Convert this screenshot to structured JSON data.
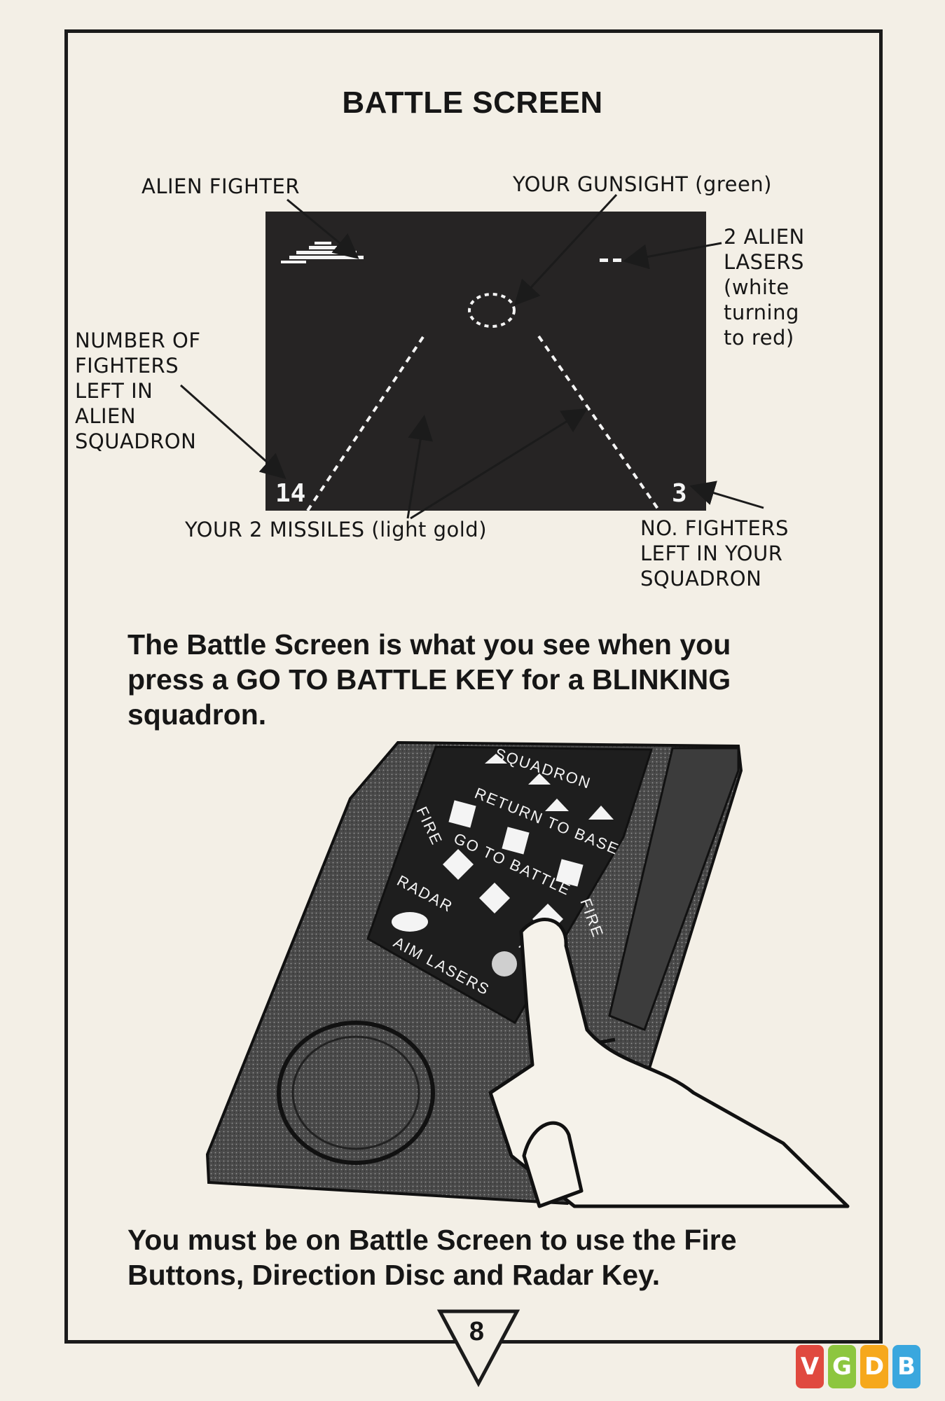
{
  "page": {
    "title": "BATTLE SCREEN",
    "page_number": "8"
  },
  "diagram": {
    "labels": {
      "alien_fighter": "ALIEN FIGHTER",
      "gunsight": "YOUR GUNSIGHT (green)",
      "alien_lasers": [
        "2 ALIEN",
        "LASERS",
        "(white",
        "turning",
        "to red)"
      ],
      "alien_squadron_count": [
        "NUMBER OF",
        "FIGHTERS",
        "LEFT IN",
        "ALIEN",
        "SQUADRON"
      ],
      "missiles": "YOUR 2 MISSILES (light gold)",
      "your_squadron_count": [
        "NO. FIGHTERS",
        "LEFT IN YOUR",
        "SQUADRON"
      ]
    },
    "screen": {
      "alien_count": "14",
      "your_count": "3"
    }
  },
  "paragraphs": {
    "intro": [
      "The Battle Screen is what you see when you",
      "press a GO TO BATTLE KEY for a BLINKING",
      "squadron."
    ],
    "footer": [
      "You must be on Battle Screen to use the Fire",
      "Buttons, Direction Disc and Radar Key."
    ]
  },
  "device": {
    "key_labels": {
      "squadron": "SQUADRON",
      "return_to_base": "RETURN TO BASE",
      "go_to_battle": "GO TO BATTLE",
      "fire_left": "FIRE",
      "fire_right": "FIRE",
      "radar": "RADAR",
      "aim": "AI",
      "aim_lasers": "AIM LASERS"
    }
  },
  "watermark": {
    "letters": [
      "V",
      "G",
      "D",
      "B"
    ],
    "colors": [
      "#e0493f",
      "#8dc63f",
      "#f6a81c",
      "#3aa7de"
    ]
  }
}
